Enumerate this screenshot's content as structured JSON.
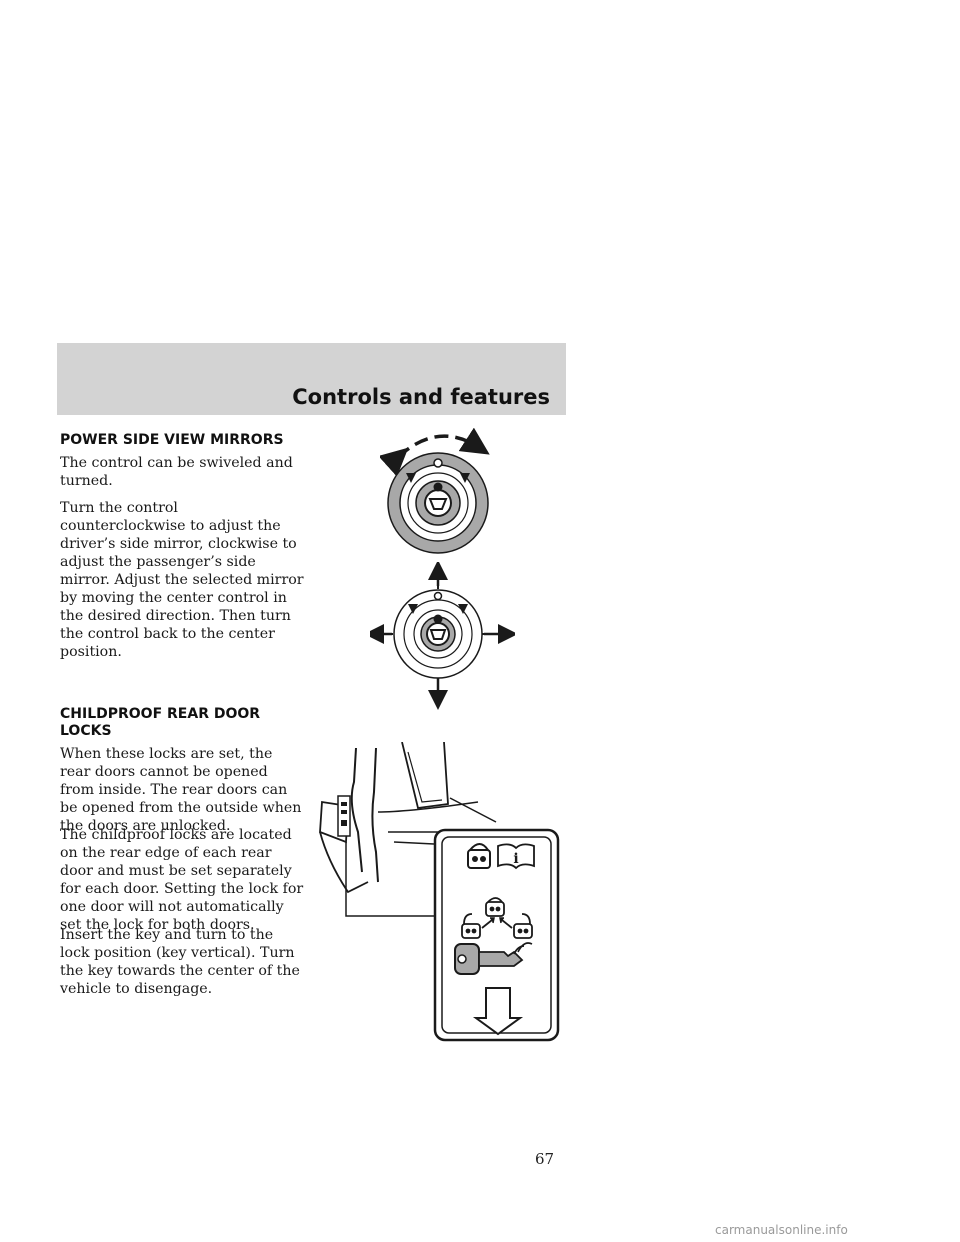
{
  "header": {
    "title": "Controls and features"
  },
  "mirrors": {
    "heading": "POWER SIDE VIEW MIRRORS",
    "paragraphs": [
      "The control can be swiveled and turned.",
      "Turn the control counterclockwise to adjust the driver’s side mirror, clockwise to adjust the passenger’s side mirror. Adjust the selected mirror by moving the center control in the desired direction. Then turn the control back to the center position."
    ]
  },
  "childlocks": {
    "heading_line1": "CHILDPROOF REAR DOOR",
    "heading_line2": "LOCKS",
    "paragraphs": [
      "When these locks are set, the rear doors cannot be opened from inside. The rear doors can be opened from the outside when the doors are unlocked.",
      "The childproof locks are located on the rear edge of each rear door and must be set separately for each door. Setting the lock for one door will not automatically set the lock for both doors.",
      "Insert the key and turn to the lock position (key vertical). Turn the key towards the center of the vehicle to disengage."
    ]
  },
  "figures": {
    "mirror_swivel_icon": "mirror-control-swivel-icon",
    "mirror_move_icon": "mirror-control-move-icon",
    "childlock_icon": "childproof-lock-illustration-icon",
    "info_glyph": "i"
  },
  "footer": {
    "page_number": "67",
    "watermark": "carmanualsonline.info"
  },
  "colors": {
    "header_band": "#d3d3d3",
    "knob_gray": "#a8a8a8",
    "ink": "#1a1a1a"
  }
}
